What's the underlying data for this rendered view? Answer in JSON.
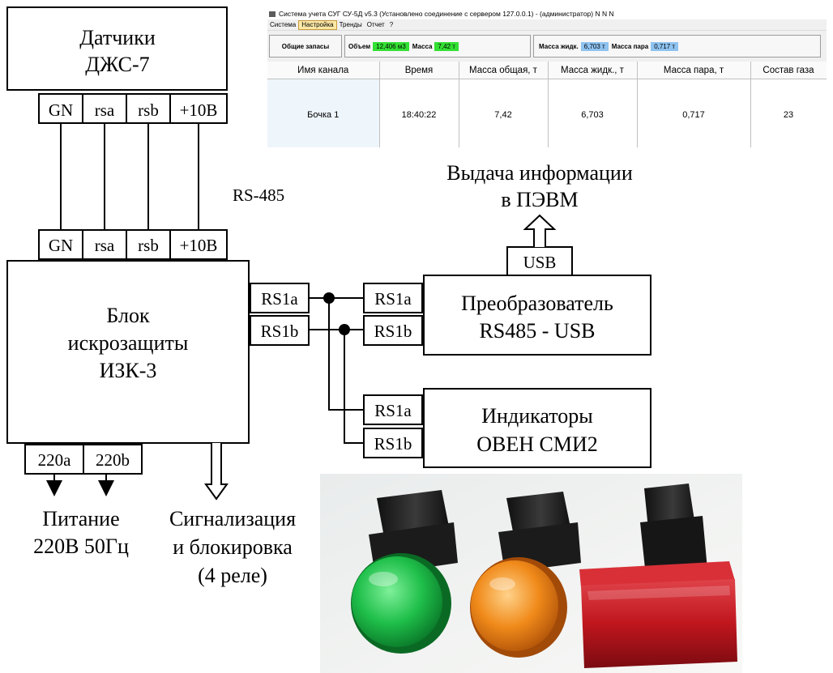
{
  "diagram": {
    "sensors_block": {
      "line1": "Датчики",
      "line2": "ДЖС-7"
    },
    "sensor_pins": [
      "GN",
      "rsa",
      "rsb",
      "+10В"
    ],
    "bus_label": "RS-485",
    "barrier_pins": [
      "GN",
      "rsa",
      "rsb",
      "+10В"
    ],
    "barrier_block": {
      "line1": "Блок",
      "line2": "искрозащиты",
      "line3": "ИЗК-3"
    },
    "barrier_rs_pins": [
      "RS1a",
      "RS1b"
    ],
    "power_pins": [
      "220a",
      "220b"
    ],
    "power_label": {
      "line1": "Питание",
      "line2": "220В 50Гц"
    },
    "signal_label": {
      "line1": "Сигнализация",
      "line2": "и блокировка",
      "line3": "(4 реле)"
    },
    "converter_pins": [
      "RS1a",
      "RS1b"
    ],
    "converter_block": {
      "line1": "Преобразователь",
      "line2": "RS485 - USB"
    },
    "usb_pin": "USB",
    "pc_label": {
      "line1": "Выдача информации",
      "line2": "в ПЭВМ"
    },
    "indicator_pins": [
      "RS1a",
      "RS1b"
    ],
    "indicator_block": {
      "line1": "Индикаторы",
      "line2": "ОВЕН СМИ2"
    }
  },
  "app": {
    "title": "Система учета СУГ СУ-5Д v5.3 (Установлено соединение с сервером 127.0.0.1) - (администратор) N N N",
    "menu": [
      "Система",
      "Настройка",
      "Тренды",
      "Отчет",
      "?"
    ],
    "active_menu_index": 1,
    "summary": {
      "label": "Общие запасы",
      "volume_label": "Объем",
      "volume_value": "12,406 м3",
      "mass_label": "Масса",
      "mass_value": "7,42 т",
      "liquid_label": "Масса жидк.",
      "liquid_value": "6,703 т",
      "vapor_label": "Масса пара",
      "vapor_value": "0,717 т"
    },
    "table": {
      "headers": [
        "Имя канала",
        "Время",
        "Масса общая, т",
        "Масса жидк., т",
        "Масса пара, т",
        "Состав газа"
      ],
      "rows": [
        [
          "Бочка 1",
          "18:40:22",
          "7,42",
          "6,703",
          "0,717",
          "23"
        ]
      ]
    },
    "colors": {
      "green_value": "#33e033",
      "blue_value": "#8ec3f0",
      "active_menu": "#fde8a6"
    }
  },
  "photo": {
    "lamps": [
      {
        "name": "green lamp",
        "color": "#1fbf4a"
      },
      {
        "name": "orange lamp",
        "color": "#f08a1a"
      },
      {
        "name": "red rectangular lamp",
        "color": "#c0161e"
      }
    ]
  }
}
